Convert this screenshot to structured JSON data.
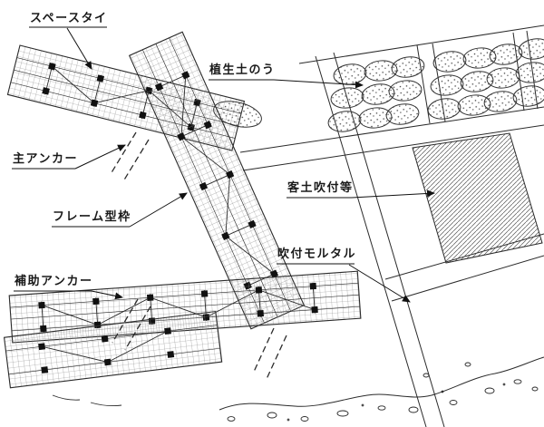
{
  "diagram": {
    "labels": {
      "space_tie": "スペースタイ",
      "vegetation_soil_bag": "植生土のう",
      "main_anchor": "主アンカー",
      "frame_formwork": "フレーム型枠",
      "auxiliary_anchor": "補助アンカー",
      "soil_spraying": "客土吹付等",
      "sprayed_mortar": "吹付モルタル"
    },
    "colors": {
      "line": "#2b2b2b",
      "mesh": "#8a8a8a",
      "background": "#ffffff"
    }
  }
}
